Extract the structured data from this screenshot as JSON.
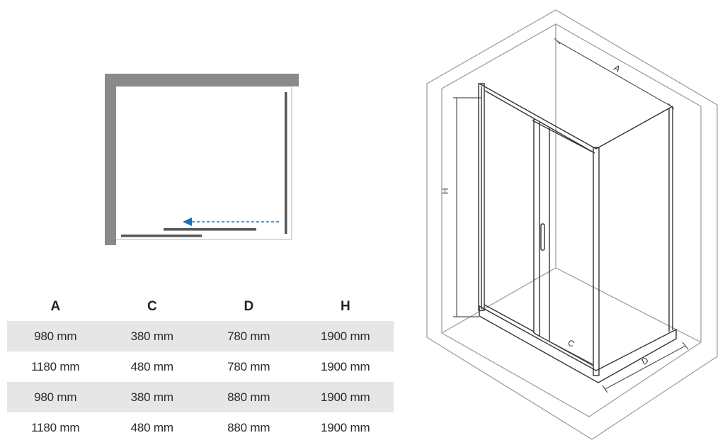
{
  "table": {
    "headers": [
      "A",
      "C",
      "D",
      "H"
    ],
    "rows": [
      [
        "980 mm",
        "380 mm",
        "780 mm",
        "1900 mm"
      ],
      [
        "1180 mm",
        "480 mm",
        "780 mm",
        "1900 mm"
      ],
      [
        "980 mm",
        "380 mm",
        "880 mm",
        "1900 mm"
      ],
      [
        "1180 mm",
        "480 mm",
        "880 mm",
        "1900 mm"
      ]
    ]
  },
  "diagram": {
    "labels": {
      "a": "A",
      "h": "H",
      "c": "C",
      "d": "D"
    },
    "colors": {
      "wall": "#8a8a8a",
      "glass_line": "#555555",
      "room_line": "#9a9a9a",
      "arrow": "#1f6fb5",
      "row_shade": "#e6e6e7"
    }
  }
}
